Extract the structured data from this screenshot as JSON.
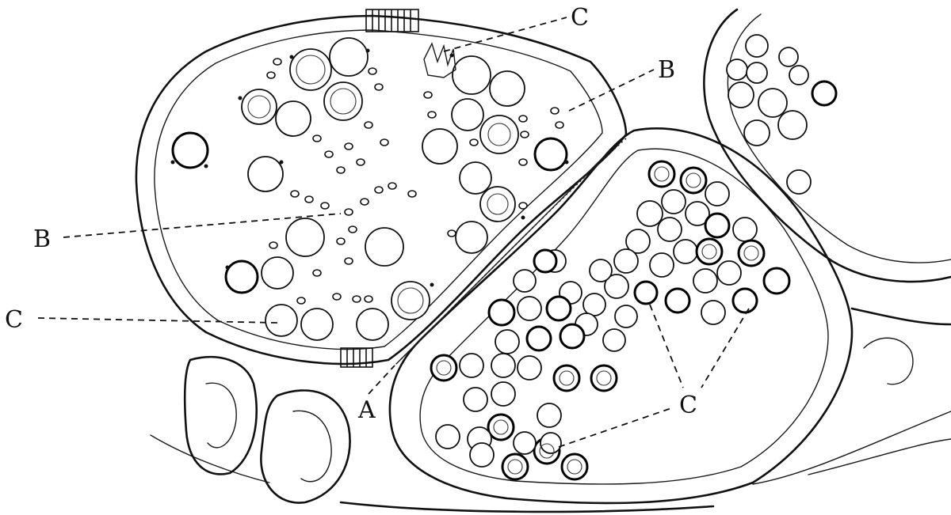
{
  "labels": {
    "a": "A",
    "b": "B",
    "c": "C"
  },
  "colors": {
    "ink": "#111111",
    "paper": "#ffffff"
  }
}
